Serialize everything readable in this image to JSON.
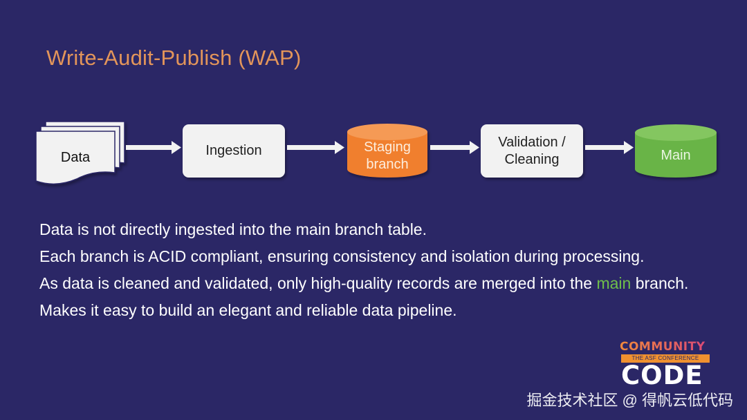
{
  "title": "Write-Audit-Publish (WAP)",
  "diagram": {
    "nodes": [
      {
        "id": "data",
        "label": "Data",
        "shape": "document"
      },
      {
        "id": "ingestion",
        "label": "Ingestion",
        "shape": "box"
      },
      {
        "id": "staging",
        "label_lines": [
          "Staging",
          "branch"
        ],
        "shape": "cylinder",
        "color": "#f07f2e"
      },
      {
        "id": "validation",
        "label_lines": [
          "Validation /",
          "Cleaning"
        ],
        "shape": "box"
      },
      {
        "id": "main",
        "label": "Main",
        "shape": "cylinder",
        "color": "#69b446"
      }
    ],
    "edges": [
      {
        "from": "data",
        "to": "ingestion"
      },
      {
        "from": "ingestion",
        "to": "staging"
      },
      {
        "from": "staging",
        "to": "validation"
      },
      {
        "from": "validation",
        "to": "main"
      }
    ]
  },
  "bullets": [
    {
      "text": "Data is not directly ingested into the main branch table."
    },
    {
      "text": "Each branch is ACID compliant, ensuring consistency and isolation during processing."
    },
    {
      "text_before": "As data is cleaned and validated, only high-quality records are merged into the ",
      "highlight": "main",
      "text_after": " branch.",
      "highlight_color": "#6fbf4a"
    },
    {
      "text": "Makes it easy to build an elegant and reliable data pipeline."
    }
  ],
  "logo": {
    "top": "COMMUNITY",
    "band": "THE ASF CONFERENCE",
    "bottom": "CODE"
  },
  "watermark": "掘金技术社区 @ 得帆云低代码",
  "colors": {
    "background": "#2b2766",
    "title": "#e3955a",
    "box_fill": "#f2f2f2",
    "arrow": "#f2f2f2"
  }
}
